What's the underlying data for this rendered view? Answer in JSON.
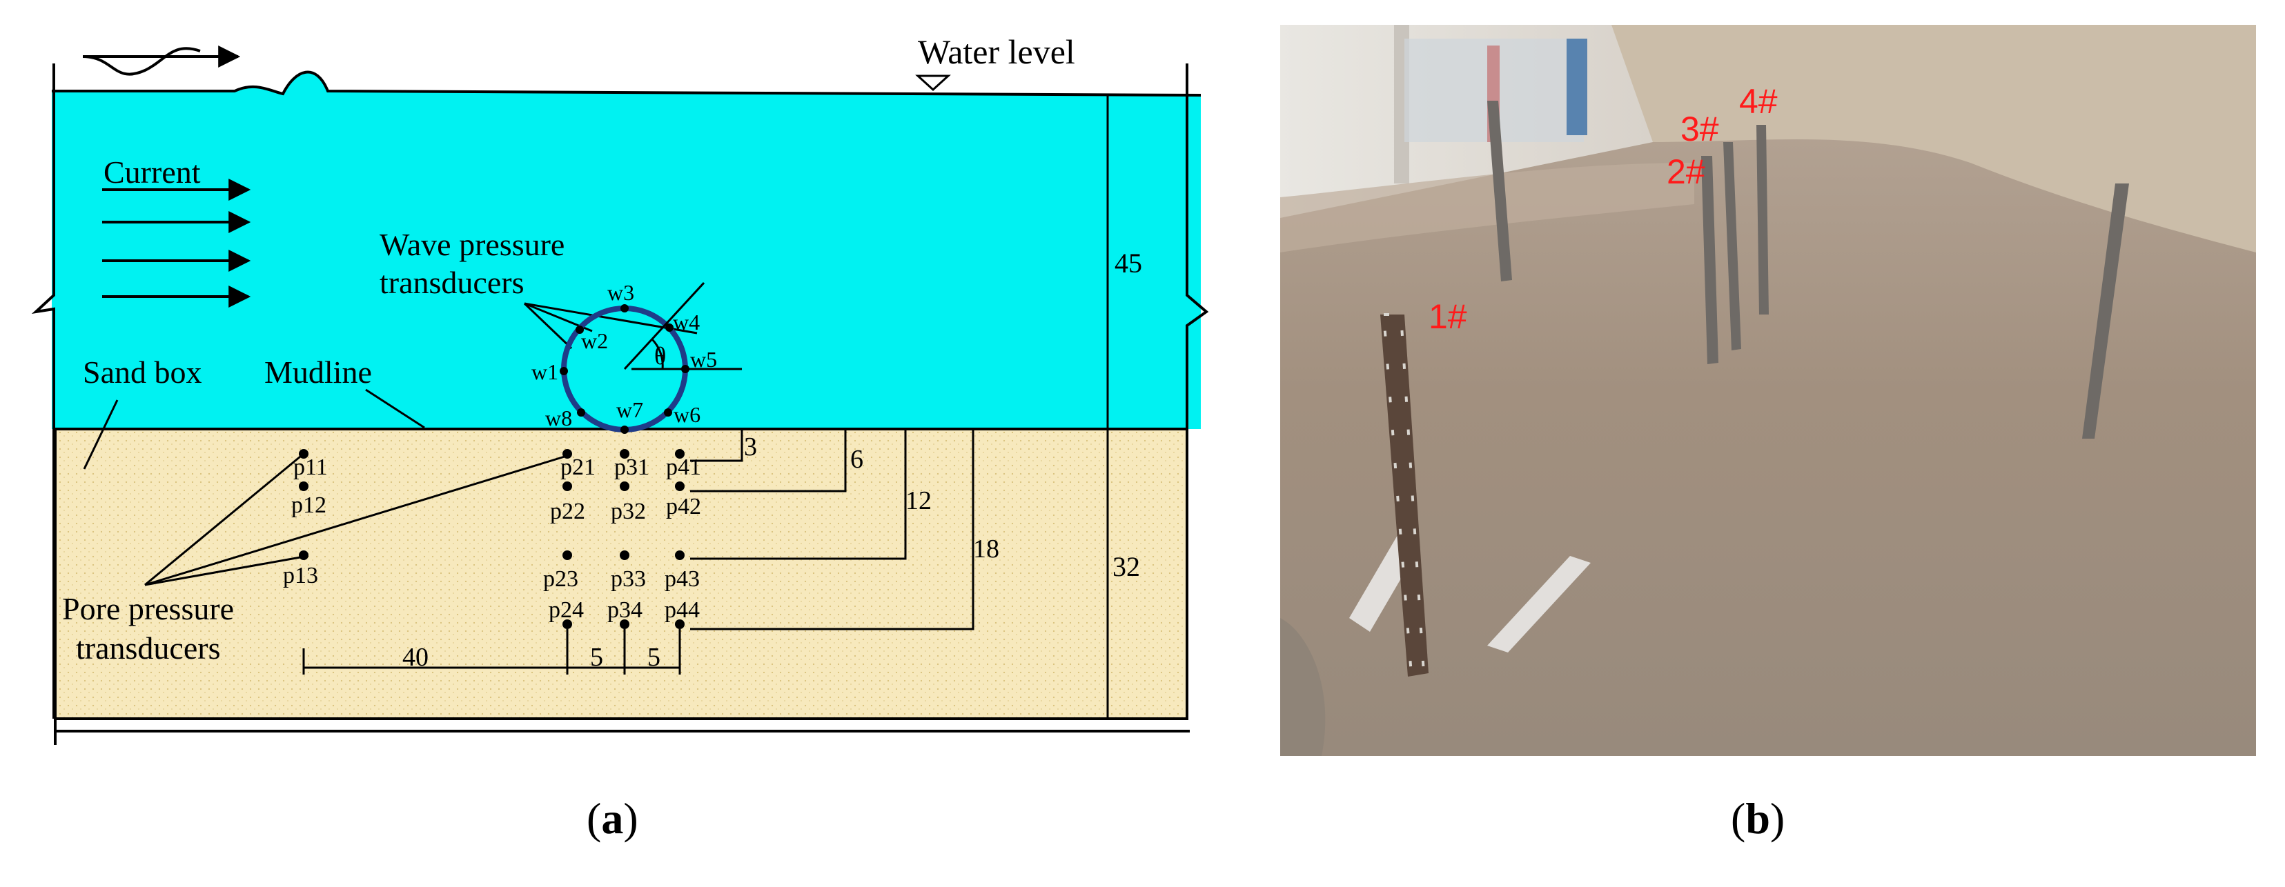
{
  "panel_a": {
    "labels": {
      "water_level": "Water level",
      "current": "Current",
      "wave_pressure_1": "Wave pressure",
      "wave_pressure_2": "transducers",
      "sand_box": "Sand box",
      "mudline": "Mudline",
      "pore_pressure_1": "Pore pressure",
      "pore_pressure_2": "transducers",
      "theta": "θ"
    },
    "wave_transducers": [
      "w1",
      "w2",
      "w3",
      "w4",
      "w5",
      "w6",
      "w7",
      "w8"
    ],
    "pore_transducers": [
      "p11",
      "p12",
      "p13",
      "p21",
      "p22",
      "p23",
      "p24",
      "p31",
      "p32",
      "p33",
      "p34",
      "p41",
      "p42",
      "p43",
      "p44"
    ],
    "dimensions": {
      "d3": "3",
      "d6": "6",
      "d12": "12",
      "d18": "18",
      "d45": "45",
      "d32": "32",
      "d40": "40",
      "d5a": "5",
      "d5b": "5"
    },
    "colors": {
      "water": "#00F2F2",
      "sand": "#F7E9BD",
      "circle": "#1F3C88"
    }
  },
  "panel_b": {
    "pile_labels": [
      "1#",
      "2#",
      "3#",
      "4#"
    ],
    "label_color": "#FF1A1A"
  },
  "captions": {
    "a": "a",
    "b": "b"
  }
}
